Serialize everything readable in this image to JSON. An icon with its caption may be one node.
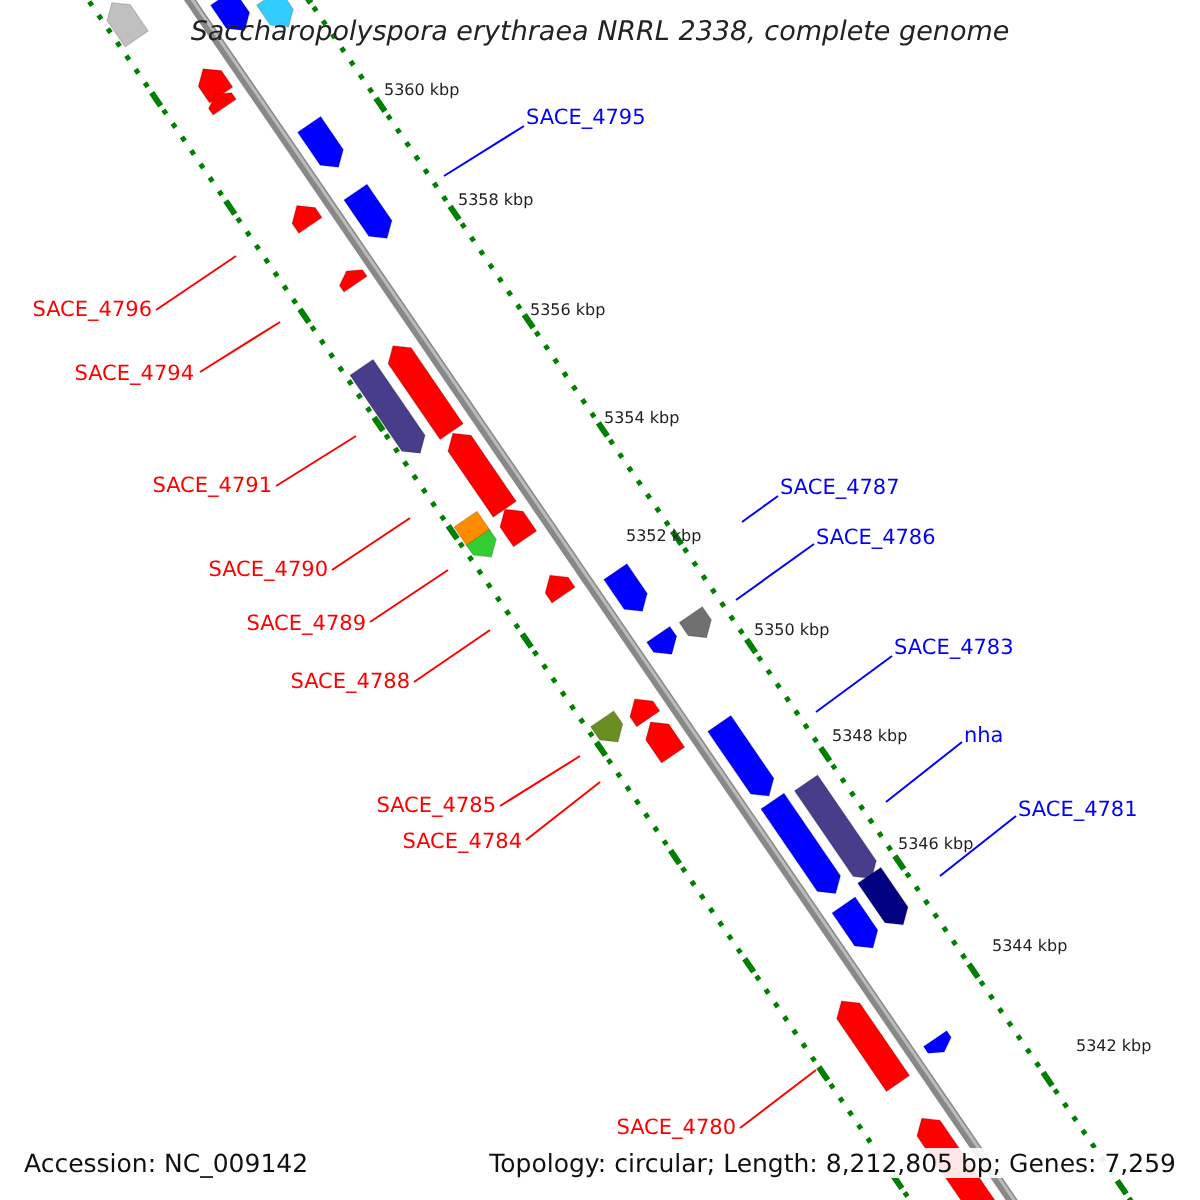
{
  "diagram": {
    "title": "Saccharopolyspora erythraea NRRL 2338, complete genome",
    "nodes": [
      {
        "text": [
          "SACE_4795"
        ]
      },
      {
        "text": [
          "SACE_4796"
        ]
      },
      {
        "text": [
          "SACE_4794"
        ]
      },
      {
        "text": [
          "SACE_4791"
        ]
      },
      {
        "text": [
          "SACE_4787"
        ]
      },
      {
        "text": [
          "SACE_4786"
        ]
      },
      {
        "text": [
          "SACE_4790"
        ]
      },
      {
        "text": [
          "SACE_4789"
        ]
      },
      {
        "text": [
          "SACE_4783"
        ]
      },
      {
        "text": [
          "SACE_4788"
        ]
      },
      {
        "text": [
          "nha"
        ]
      },
      {
        "text": [
          "SACE_4785"
        ]
      },
      {
        "text": [
          "SACE_4781"
        ]
      },
      {
        "text": [
          "SACE_4784"
        ]
      },
      {
        "text": [
          "SACE_4780"
        ]
      }
    ],
    "edges": [
      {
        "from": 0,
        "to": null,
        "arrow": "none",
        "color": "#0000ff"
      },
      {
        "from": 1,
        "to": null,
        "arrow": "none",
        "color": "#ff0000"
      },
      {
        "from": 2,
        "to": null,
        "arrow": "none",
        "color": "#ff0000"
      },
      {
        "from": 3,
        "to": null,
        "arrow": "none",
        "color": "#ff0000"
      },
      {
        "from": 4,
        "to": null,
        "arrow": "none",
        "color": "#0000ff"
      },
      {
        "from": 5,
        "to": null,
        "arrow": "none",
        "color": "#0000ff"
      },
      {
        "from": 6,
        "to": null,
        "arrow": "none",
        "color": "#ff0000"
      },
      {
        "from": 7,
        "to": null,
        "arrow": "none",
        "color": "#ff0000"
      },
      {
        "from": 8,
        "to": null,
        "arrow": "none",
        "color": "#0000ff"
      },
      {
        "from": 9,
        "to": null,
        "arrow": "none",
        "color": "#ff0000"
      },
      {
        "from": 10,
        "to": null,
        "arrow": "none",
        "color": "#0000ff"
      },
      {
        "from": 11,
        "to": null,
        "arrow": "none",
        "color": "#ff0000"
      },
      {
        "from": 12,
        "to": null,
        "arrow": "none",
        "color": "#0000ff"
      },
      {
        "from": 13,
        "to": null,
        "arrow": "none",
        "color": "#ff0000"
      },
      {
        "from": 14,
        "to": null,
        "arrow": "none",
        "color": "#ff0000"
      }
    ],
    "labels": [
      "5360 kbp",
      "5358 kbp",
      "5356 kbp",
      "5354 kbp",
      "5352 kbp",
      "5350 kbp",
      "5348 kbp",
      "5346 kbp",
      "5344 kbp",
      "5342 kbp",
      "Accession: NC_009142",
      "Topology: circular; Length: 8,212,805 bp; Genes: 7,259"
    ]
  }
}
